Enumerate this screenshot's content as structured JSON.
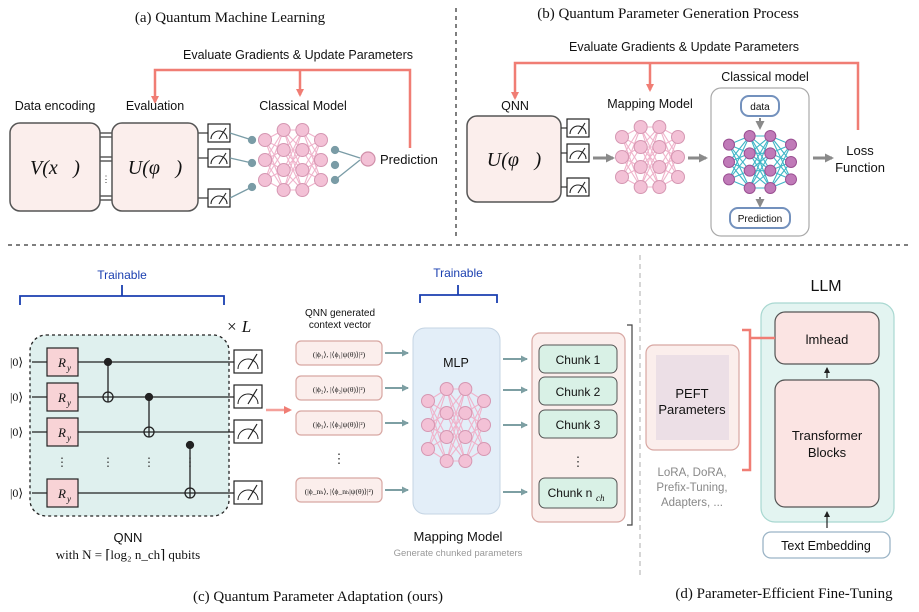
{
  "panel_a": {
    "caption": "(a) Quantum Machine Learning",
    "feedback_label": "Evaluate Gradients & Update Parameters",
    "data_encoding_label": "Data encoding",
    "evaluation_label": "Evaluation",
    "classical_model_label": "Classical Model",
    "encoder_box_text": "V(x⃗)",
    "unitary_box_text": "U(φ⃗)",
    "prediction_label": "Prediction"
  },
  "panel_b": {
    "caption": "(b) Quantum Parameter Generation Process",
    "feedback_label": "Evaluate Gradients & Update Parameters",
    "qnn_label": "QNN",
    "unitary_box_text": "U(φ⃗)",
    "mapping_model_label": "Mapping Model",
    "classical_model_label": "Classical model",
    "data_pill": "data",
    "prediction_pill": "Prediction",
    "loss_label_line1": "Loss",
    "loss_label_line2": "Function"
  },
  "panel_c": {
    "caption": "(c) Quantum Parameter Adaptation (ours)",
    "trainable_label_left": "Trainable",
    "trainable_label_right": "Trainable",
    "repeat_label": "× L",
    "ket_labels": [
      "|0⟩",
      "|0⟩",
      "|0⟩",
      "|0⟩"
    ],
    "gate_label": "R",
    "gate_subscript": "y",
    "qnn_label": "QNN",
    "qubits_label": "with N = ⌈log₂ n_ch⌉ qubits",
    "context_vector_line1": "QNN generated",
    "context_vector_line2": "context vector",
    "context_entries": [
      "(|ϕ₁⟩, |⟨ϕ₁|ψ(θ)⟩|²)",
      "(|ϕ₂⟩, |⟨ϕ₂|ψ(θ)⟩|²)",
      "(|ϕ₃⟩, |⟨ϕ₃|ψ(θ)⟩|²)",
      "(|ϕ_nₕ⟩, |⟨ϕ_nₕ|ψ(θ)⟩|²)"
    ],
    "mlp_label": "MLP",
    "chunks": [
      "Chunk 1",
      "Chunk 2",
      "Chunk 3",
      "Chunk n"
    ],
    "chunk_last_sub": "ch",
    "mapping_model_label": "Mapping Model",
    "mapping_model_sub": "Generate chunked parameters"
  },
  "panel_d": {
    "caption": "(d) Parameter-Efficient Fine-Tuning",
    "llm_label": "LLM",
    "lmhead_label": "lmhead",
    "transformer_line1": "Transformer",
    "transformer_line2": "Blocks",
    "peft_line1": "PEFT",
    "peft_line2": "Parameters",
    "peft_methods": [
      "LoRA, DoRA,",
      "Prefix-Tuning,",
      "Adapters, ..."
    ],
    "text_embedding_label": "Text Embedding"
  },
  "colors": {
    "feedback_red": "#f07d74",
    "box_pink": "#fbeeec",
    "node_pink": "#f3c1d6",
    "teal_fill": "#dff0ee",
    "chunk_green": "#d9f1e6",
    "blue_label": "#1a3fb0",
    "llm_teal": "#e3f4f1"
  }
}
